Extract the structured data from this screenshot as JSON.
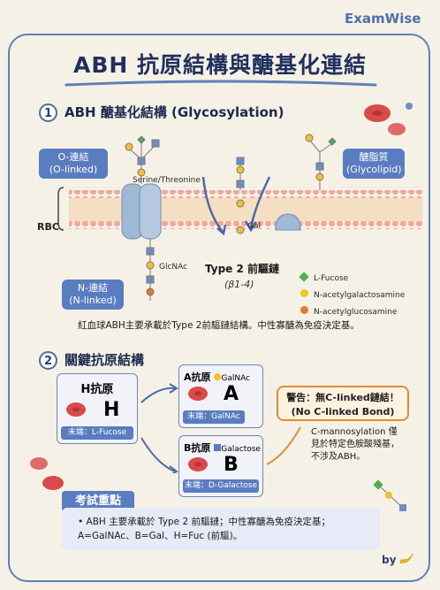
{
  "brand": "ExamWise",
  "title": "ABH 抗原結構與醣基化連結",
  "section1": {
    "number": "1",
    "heading": "ABH 醣基化結構 (Glycosylation)",
    "o_linked_label": "O-連結\n(O-linked)",
    "glycolipid_label": "醣脂質\n(Glycolipid)",
    "serine_label": "Serine/Threonine",
    "rbc_label": "RBC",
    "gal_label": "Gal",
    "glcnac_label": "GlcNAc",
    "type2_label": "Type 2 前驅鏈",
    "beta_label": "(β1-4)",
    "n_linked_label": "N-連結\n(N-linked)",
    "legend": [
      {
        "label": "L-Fucose",
        "color": "#4caf50",
        "shape": "diamond"
      },
      {
        "label": "N-acetylgalactosamine",
        "color": "#f2c12e",
        "shape": "circle"
      },
      {
        "label": "N-acetylglucosamine",
        "color": "#e8762c",
        "shape": "circle"
      }
    ],
    "note": "紅血球ABH主要承載於Type 2前驅鏈結構。中性寡醣為免疫決定基。"
  },
  "section2": {
    "number": "2",
    "heading": "關鍵抗原結構",
    "h_antigen": {
      "title": "H抗原",
      "letter": "H",
      "footer": "末端：L-Fucose"
    },
    "a_antigen": {
      "title": "A抗原",
      "legend": "GalNAc",
      "letter": "A",
      "footer": "末端：GalNAc"
    },
    "b_antigen": {
      "title": "B抗原",
      "legend": "Galactose",
      "letter": "B",
      "footer": "末端：D-Galactose"
    },
    "warning": "警告：無C-linked鏈結！\n(No C-linked Bond)",
    "c_note": "C-mannosylation 僅\n見於特定色胺酸殘基，\n不涉及ABH。"
  },
  "exam": {
    "tab": "考試重點",
    "text": "• ABH 主要承載於 Type 2 前驅鏈；中性寡醣為免疫決定基；\nA=GalNAc、B=Gal、H=Fuc (前驅)。"
  },
  "by_label": "by",
  "colors": {
    "accent": "#5a7cc0",
    "warning": "#e38b39",
    "membrane_head": "#f1a79c",
    "protein": "#9fb8d4"
  }
}
